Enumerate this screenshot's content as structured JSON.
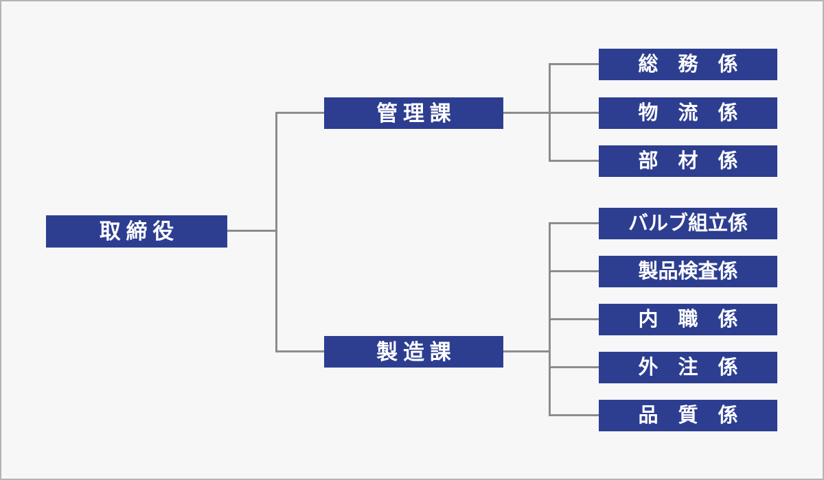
{
  "page": {
    "background_color": "#f7f7f8",
    "frame_border_color": "#b3b3b3"
  },
  "org_chart": {
    "type": "org-chart",
    "node_color": "#2d3e91",
    "node_text_color": "#ffffff",
    "connector_color": "#8c8c8c",
    "root": {
      "label": "取締役"
    },
    "sections": [
      {
        "label": "管理課",
        "children": [
          {
            "label": "総　務　係"
          },
          {
            "label": "物　流　係"
          },
          {
            "label": "部　材　係"
          }
        ]
      },
      {
        "label": "製造課",
        "children": [
          {
            "label": "バルブ組立係"
          },
          {
            "label": "製品検査係"
          },
          {
            "label": "内　職　係"
          },
          {
            "label": "外　注　係"
          },
          {
            "label": "品　質　係"
          }
        ]
      }
    ]
  }
}
